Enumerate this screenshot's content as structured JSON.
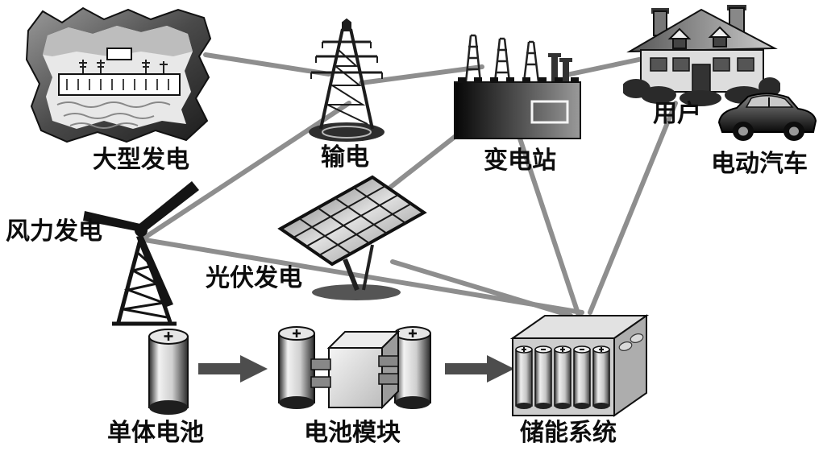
{
  "diagram": {
    "type": "energy-storage-grid-schematic",
    "background": "#ffffff",
    "colors": {
      "connection_line": "#8e8e8e",
      "ink": "#111111",
      "arrow": "#4d4d4d"
    },
    "nodes": {
      "hydro": {
        "label": "大型发电",
        "icon": "hydro-dam-icon"
      },
      "transmission": {
        "label": "输电",
        "icon": "transmission-tower-icon"
      },
      "substation": {
        "label": "变电站",
        "icon": "substation-icon"
      },
      "user": {
        "label": "用户",
        "icon": "house-icon"
      },
      "ev": {
        "label": "电动汽车",
        "icon": "electric-car-icon"
      },
      "wind": {
        "label": "风力发电",
        "icon": "wind-turbine-icon"
      },
      "solar": {
        "label": "光伏发电",
        "icon": "solar-panel-icon"
      },
      "cell": {
        "label": "单体电池",
        "icon": "battery-cell-icon"
      },
      "module": {
        "label": "电池模块",
        "icon": "battery-module-icon"
      },
      "storage": {
        "label": "储能系统",
        "icon": "storage-system-icon"
      }
    },
    "edges": [
      {
        "from": "hydro",
        "to": "transmission",
        "style": "line"
      },
      {
        "from": "transmission",
        "to": "substation",
        "style": "line"
      },
      {
        "from": "substation",
        "to": "user",
        "style": "line"
      },
      {
        "from": "transmission",
        "to": "wind",
        "style": "line"
      },
      {
        "from": "wind",
        "to": "storage",
        "style": "line"
      },
      {
        "from": "solar",
        "to": "storage",
        "style": "line"
      },
      {
        "from": "substation",
        "to": "solar",
        "style": "line"
      },
      {
        "from": "substation",
        "to": "storage",
        "style": "line"
      },
      {
        "from": "user",
        "to": "storage",
        "style": "line"
      },
      {
        "from": "cell",
        "to": "module",
        "style": "arrow"
      },
      {
        "from": "module",
        "to": "storage",
        "style": "arrow"
      }
    ]
  }
}
